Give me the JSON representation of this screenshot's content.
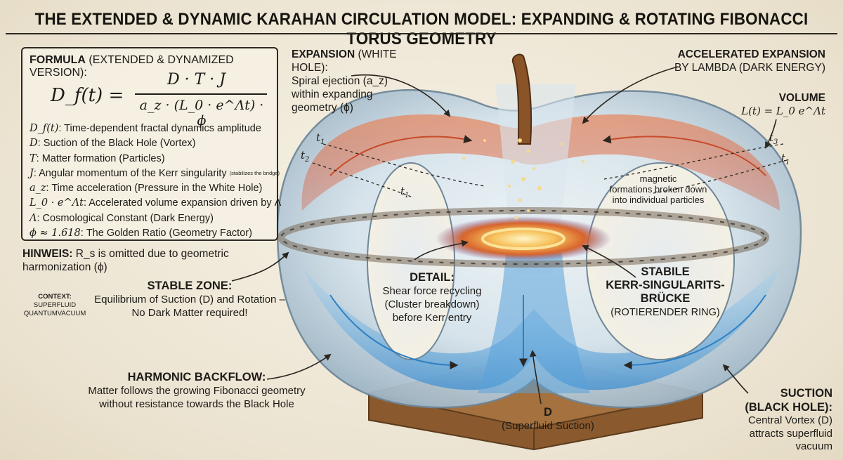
{
  "title": "THE EXTENDED & DYNAMIC KARAHAN CIRCULATION MODEL: EXPANDING & ROTATING FIBONACCI TORUS GEOMETRY",
  "formula_box": {
    "heading_bold": "FORMULA",
    "heading_rest": " (EXTENDED & DYNAMIZED VERSION):",
    "lhs": "D_f(t) =",
    "numerator": "D · T · J",
    "denominator": "a_z · (L_0 · e^Λt) · ϕ",
    "definitions": [
      {
        "sym": "D_f(t)",
        "text": ": Time-dependent fractal dynamics amplitude"
      },
      {
        "sym": "D",
        "text": ": Suction of the Black Hole (Vortex)"
      },
      {
        "sym": "T",
        "text": ": Matter formation (Particles)"
      },
      {
        "sym": "J",
        "text": ": Angular momentum of the Kerr singularity"
      },
      {
        "sym": "a_z",
        "text": ": Time acceleration (Pressure in the White Hole)"
      },
      {
        "sym": "L_0 · e^Λt",
        "text": ": Accelerated volume expansion driven by Λ"
      },
      {
        "sym": "Λ",
        "text": ": Cosmological Constant (Dark Energy)"
      },
      {
        "sym": "ϕ ≈ 1.618",
        "text": ": The Golden Ratio (Geometry Factor)"
      }
    ],
    "stabilizes_note": "(stabilizes the bridge)"
  },
  "hinweis": {
    "bold": "HINWEIS:",
    "text": " R_s is omitted due to geometric",
    "line2": "harmonization (ϕ)"
  },
  "context": {
    "line1": "CONTEXT:",
    "line2": "SUPERFLUID",
    "line3": "QUANTUMVACUUM"
  },
  "stable_zone": {
    "title": "STABLE ZONE:",
    "line1": "Equilibrium of Suction (D) and Rotation –",
    "line2": "No Dark Matter required!"
  },
  "harmonic_backflow": {
    "title": "HARMONIC BACKFLOW:",
    "line1": "Matter follows the growing Fibonacci geometry",
    "line2": "without resistance towards the Black Hole"
  },
  "expansion": {
    "title": "EXPANSION",
    "title_rest": " (WHITE HOLE):",
    "line1": "Spiral ejection (a_z)",
    "line2": "within expanding",
    "line3": "geometry (ϕ)"
  },
  "accelerated": {
    "line1": "ACCELERATED EXPANSION",
    "line2": "BY LAMBDA (DARK ENERGY)"
  },
  "volume": {
    "title": "VOLUME",
    "formula": "L(t) = L_0 e^Λt"
  },
  "magnetic": {
    "line1": "magnetic",
    "line2": "formations broken down",
    "line3": "into individual particles"
  },
  "detail": {
    "title": "DETAIL:",
    "line1": "Shear force recycling",
    "line2": "(Cluster breakdown)",
    "line3": "before Kerr entry"
  },
  "kerr": {
    "line1": "STABILE",
    "line2": "KERR-SINGULARITS-",
    "line3": "BRÜCKE",
    "line4": "(ROTIERENDER RING)"
  },
  "d_label": {
    "title": "D",
    "text": "(Superfluid Suction)"
  },
  "suction": {
    "line1": "SUCTION",
    "line2": "(BLACK HOLE):",
    "line3": "Central Vortex (D)",
    "line4": "attracts superfluid",
    "line5": "vacuum"
  },
  "time_labels": {
    "t1": "t",
    "t2": "t",
    "t3": "t",
    "sub1": "1",
    "sub2": "2",
    "sub3": "3"
  },
  "colors": {
    "hot": "#d4553a",
    "cold": "#3f8fd0",
    "glass": "#b9cedb",
    "wood": "#9a6a3c",
    "core": "#f2b84b"
  }
}
